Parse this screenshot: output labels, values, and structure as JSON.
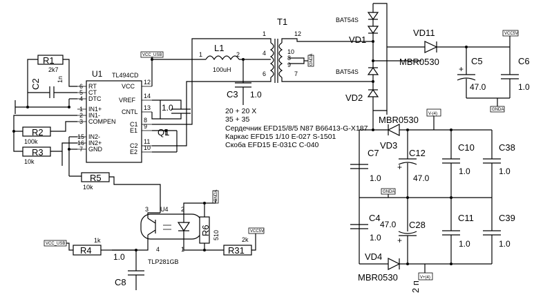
{
  "components": {
    "r1": {
      "ref": "R1",
      "value": "2k7"
    },
    "r2": {
      "ref": "R2",
      "value": "100k"
    },
    "r3": {
      "ref": "R3",
      "value": "10k"
    },
    "r4": {
      "ref": "R4",
      "value": "1k"
    },
    "r5": {
      "ref": "R5",
      "value": "10k"
    },
    "r6": {
      "ref": "R6",
      "value": "510"
    },
    "r31": {
      "ref": "R31",
      "value": "2k"
    },
    "c2": {
      "ref": "C2",
      "value": "1n"
    },
    "c3": {
      "ref": "C3",
      "value": "1.0"
    },
    "c4": {
      "ref": "C4",
      "value": "1.0"
    },
    "c5": {
      "ref": "C5",
      "value": "47.0"
    },
    "c6": {
      "ref": "C6",
      "value": "1.0"
    },
    "c7": {
      "ref": "C7",
      "value": "1.0"
    },
    "c8": {
      "ref": "C8",
      "value": "1.0"
    },
    "c10": {
      "ref": "C10",
      "value": "1.0"
    },
    "c11": {
      "ref": "C11",
      "value": "1.0"
    },
    "c12": {
      "ref": "C12",
      "value": "47.0"
    },
    "c28": {
      "ref": "C28",
      "value": "47.0"
    },
    "c38": {
      "ref": "C38",
      "value": "1.0"
    },
    "c39": {
      "ref": "C39",
      "value": "1.0"
    },
    "c_cntl": {
      "value": "1.0"
    },
    "l1": {
      "ref": "L1",
      "value": "100uH"
    },
    "t1": {
      "ref": "T1"
    },
    "u1": {
      "ref": "U1",
      "part": "TL494CD"
    },
    "u4": {
      "ref": "U4",
      "part": "TLP281GB"
    },
    "q1": {
      "ref": "Q1"
    },
    "vd1": {
      "ref": "VD1",
      "part": "BAT54S"
    },
    "vd2": {
      "ref": "VD2",
      "part": "BAT54S"
    },
    "vd3": {
      "ref": "VD3",
      "part": "MBR0530"
    },
    "vd4": {
      "ref": "VD4",
      "part": "MBR0530"
    },
    "vd11": {
      "ref": "VD11",
      "part": "MBR0530"
    }
  },
  "u1_pins": {
    "left": [
      {
        "num": "6",
        "name": "RT"
      },
      {
        "num": "5",
        "name": "CT"
      },
      {
        "num": "4",
        "name": "DTC"
      },
      {
        "num": "1",
        "name": "IN1+"
      },
      {
        "num": "2",
        "name": "IN1-"
      },
      {
        "num": "3",
        "name": "COMPEN"
      },
      {
        "num": "15",
        "name": "IN2-"
      },
      {
        "num": "16",
        "name": "IN2+"
      },
      {
        "num": "7",
        "name": "GND"
      }
    ],
    "right": [
      {
        "num": "12",
        "name": "VCC"
      },
      {
        "num": "14",
        "name": "VREF"
      },
      {
        "num": "13",
        "name": "CNTL"
      },
      {
        "num": "8",
        "name": "C1"
      },
      {
        "num": "9",
        "name": "E1"
      },
      {
        "num": "11",
        "name": "C2"
      },
      {
        "num": "10",
        "name": "E2"
      }
    ]
  },
  "pins": {
    "l1_1": "1",
    "l1_2": "2",
    "t1_1": "1",
    "t1_4": "4",
    "t1_6": "6",
    "t1_12": "12",
    "t1_10": "10",
    "t1_8": "8",
    "t1_9": "9",
    "t1_7": "7",
    "u4_1": "1",
    "u4_2": "2",
    "u4_3": "3",
    "u4_4": "4"
  },
  "net_labels": {
    "vcc_usb_u1": "VCC_USB",
    "vcc_usb_r4": "VCC_USB",
    "vcc5v_top": "VCC5V",
    "vcc5v_r31": "VCC5V",
    "gnda_t1": "GNDA",
    "gnda_c5": "GNDA",
    "gnda_mid": "GNDA",
    "gnda_u4": "GNDA",
    "vminus": "V-(4)",
    "vplus": "V+(4)"
  },
  "transformer_notes": [
    "20 + 20 X",
    "35 + 35",
    "Сердечник EFD15/8/5 N87 B66413-G-X187",
    "Каркас EFD15 1/10 E-027 S-1501",
    "Скоба EFD15 E-031C C-040"
  ],
  "edge_text": "2 п"
}
